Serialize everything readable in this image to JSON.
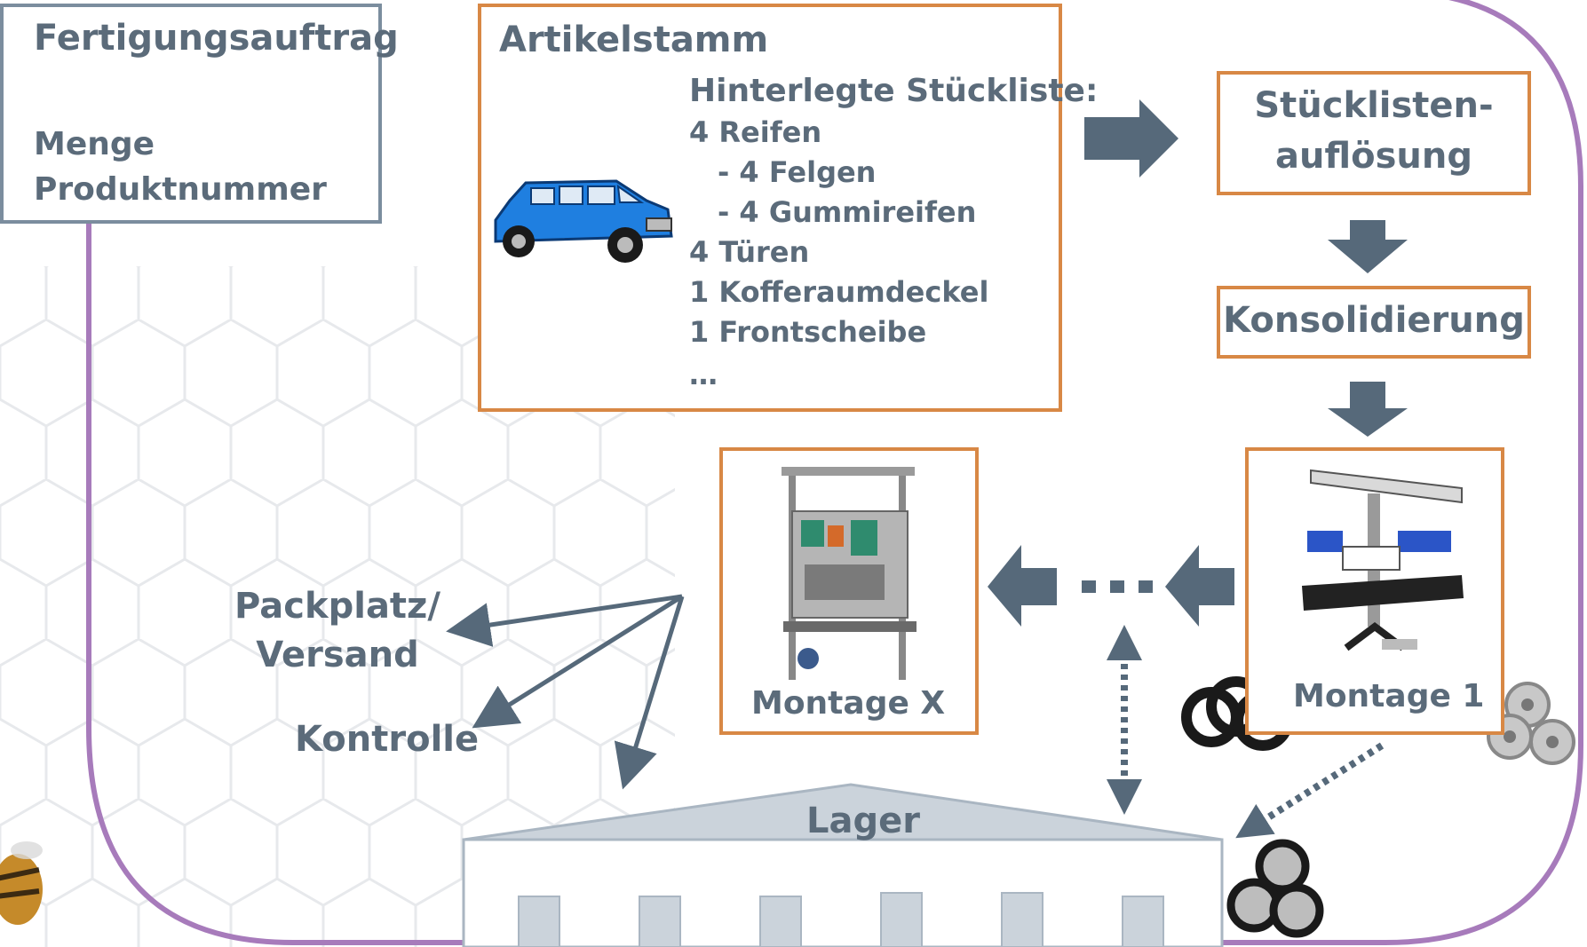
{
  "fertigungsauftrag": {
    "title": "Fertigungsauftrag",
    "line1": "Menge",
    "line2": "Produktnummer"
  },
  "artikelstamm": {
    "title": "Artikelstamm",
    "list_title": "Hinterlegte Stückliste:",
    "items": [
      "4 Reifen",
      "- 4 Felgen",
      "- 4 Gummireifen",
      "4 Türen",
      "1 Kofferaumdeckel",
      "1 Frontscheibe",
      "…"
    ]
  },
  "stuecklisten": {
    "line1": "Stücklisten-",
    "line2": "auflösung"
  },
  "konsolidierung": {
    "label": "Konsolidierung"
  },
  "montage1": {
    "label": "Montage 1"
  },
  "montageX": {
    "label": "Montage X"
  },
  "packplatz": {
    "line1": "Packplatz/",
    "line2": "Versand"
  },
  "kontrolle": {
    "label": "Kontrolle"
  },
  "lager": {
    "label": "Lager"
  },
  "colors": {
    "orange_border": "#d88845",
    "gray_border": "#7b8d9e",
    "arrow": "#56697a",
    "text": "#5b6b7a",
    "frame": "#a77bbb"
  }
}
